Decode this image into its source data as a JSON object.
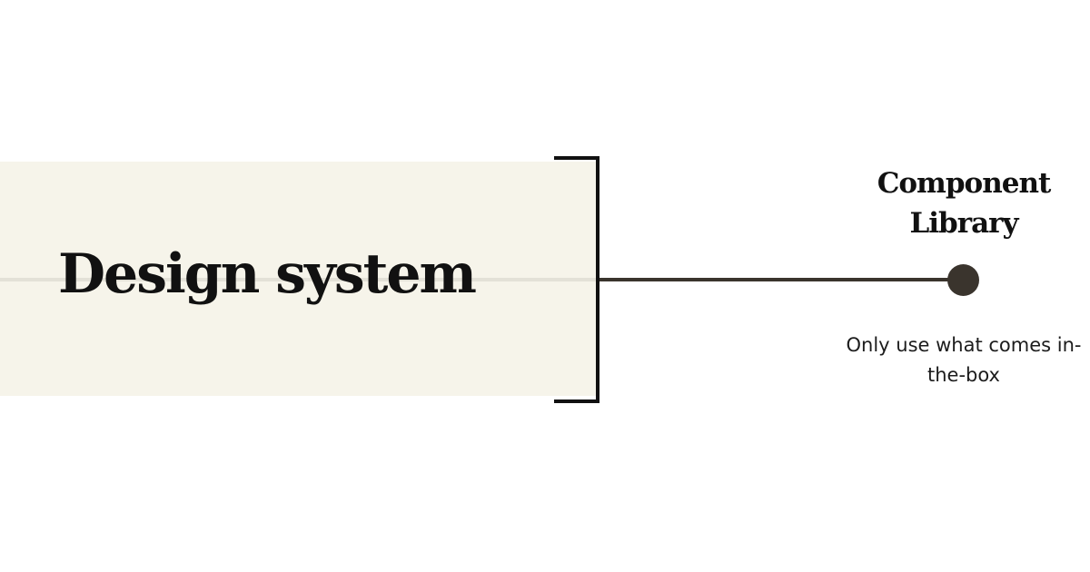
{
  "colors": {
    "background": "#ffffff",
    "panel": "#f6f4ea",
    "panel_midline": "#e3e1d7",
    "text": "#111111",
    "connector": "#3a342d"
  },
  "diagram": {
    "source": {
      "label": "Design system"
    },
    "node": {
      "title": "Component Library",
      "description": "Only use what comes in-the-box"
    }
  }
}
